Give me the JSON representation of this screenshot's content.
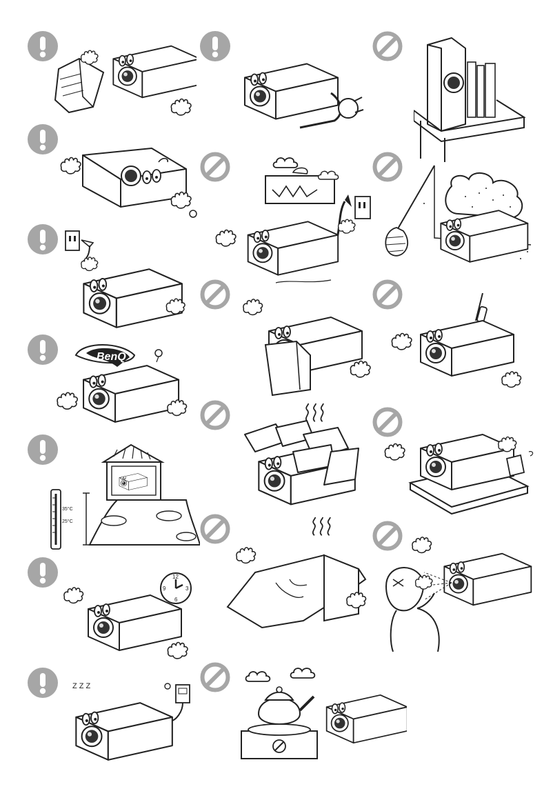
{
  "page": {
    "background": "#ffffff",
    "line_color": "#222222",
    "icon_color": "#a6a6a6"
  },
  "legend": {
    "must_icon": "exclamation-circle-icon",
    "prohibit_icon": "prohibition-circle-icon"
  },
  "illustrations": [
    {
      "id": "c1r1",
      "badge": "must",
      "scene": "read-manual"
    },
    {
      "id": "c2r1",
      "badge": "must",
      "scene": "power-cord-check"
    },
    {
      "id": "c3r1",
      "badge": "prohibit",
      "scene": "upright-on-table"
    },
    {
      "id": "c1r2",
      "badge": "must",
      "scene": "ceiling-mount"
    },
    {
      "id": "c2r2",
      "badge": "prohibit",
      "scene": "wet-hands-plug"
    },
    {
      "id": "c3r2",
      "badge": "prohibit",
      "scene": "dusty-room"
    },
    {
      "id": "c1r3",
      "badge": "must",
      "scene": "unplug-from-outlet"
    },
    {
      "id": "c2r3",
      "badge": "prohibit",
      "scene": "blocked-vent"
    },
    {
      "id": "c3r3",
      "badge": "prohibit",
      "scene": "screwdriver-open"
    },
    {
      "id": "c1r4",
      "badge": "must",
      "scene": "service-center-cap"
    },
    {
      "id": "c2r4",
      "badge": "prohibit",
      "scene": "stacked-objects"
    },
    {
      "id": "c3r4",
      "badge": "prohibit",
      "scene": "liquid-spill"
    },
    {
      "id": "c1r5",
      "badge": "must",
      "scene": "temperature-altitude"
    },
    {
      "id": "c2r5",
      "badge": "prohibit",
      "scene": "covered-cloth"
    },
    {
      "id": "c3r5",
      "badge": "prohibit",
      "scene": "look-into-lens"
    },
    {
      "id": "c1r6",
      "badge": "must",
      "scene": "cool-down-time"
    },
    {
      "id": "c1r7",
      "badge": "must",
      "scene": "standby-unplug"
    },
    {
      "id": "c2r7",
      "badge": "prohibit",
      "scene": "near-heat-kettle"
    }
  ],
  "texts": {
    "brand": "BenQ",
    "temp_high": "35°C",
    "temp_low": "25°C",
    "clock_12": "12",
    "clock_3": "3",
    "clock_6": "6",
    "clock_9": "9",
    "zzz": "Z Z Z"
  }
}
